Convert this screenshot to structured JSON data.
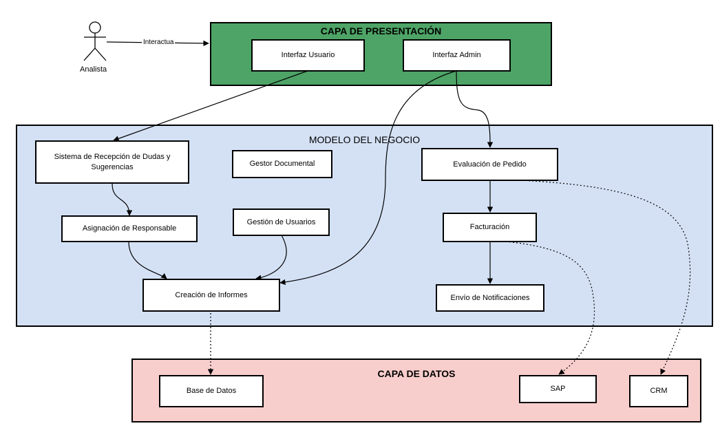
{
  "actor": {
    "label": "Analista"
  },
  "edge_labels": {
    "interacts": "Interactua"
  },
  "layers": {
    "presentation": {
      "title": "CAPA DE PRESENTACIÓN",
      "color": "#4ea466"
    },
    "business": {
      "title": "MODELO DEL NEGOCIO",
      "color": "#d4e1f5"
    },
    "data": {
      "title": "CAPA DE DATOS",
      "color": "#f8cecc"
    }
  },
  "nodes": {
    "interfaz_usuario": "Interfaz Usuario",
    "interfaz_admin": "Interfaz Admin",
    "sistema_recepcion": "Sistema de Recepción de Dudas y Sugerencias",
    "gestor_documental": "Gestor Documental",
    "evaluacion_pedido": "Evaluación de Pedido",
    "asignacion_responsable": "Asignación de Responsable",
    "gestion_usuarios": "Gestión de Usuarios",
    "facturacion": "Facturación",
    "creacion_informes": "Creación de Informes",
    "envio_notificaciones": "Envío de Notificaciones",
    "base_datos": "Base de Datos",
    "sap": "SAP",
    "crm": "CRM"
  }
}
